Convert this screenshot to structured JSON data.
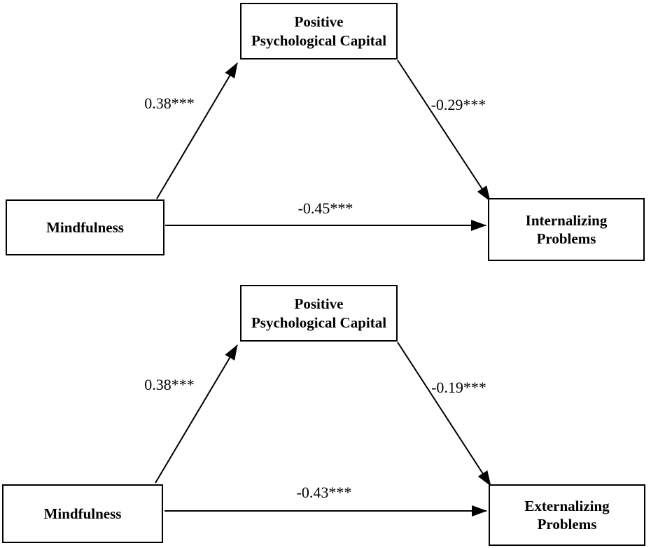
{
  "figure": {
    "type": "mediation-path-diagram",
    "models": [
      {
        "name": "internalizing-model",
        "predictor": "Mindfulness",
        "mediator": "Positive\nPsychological Capital",
        "outcome": "Internalizing\nProblems",
        "path_predictor_to_mediator": "0.38***",
        "path_mediator_to_outcome": "-0.29***",
        "path_predictor_to_outcome": "-0.45***"
      },
      {
        "name": "externalizing-model",
        "predictor": "Mindfulness",
        "mediator": "Positive\nPsychological Capital",
        "outcome": "Externalizing\nProblems",
        "path_predictor_to_mediator": "0.38***",
        "path_mediator_to_outcome": "-0.19***",
        "path_predictor_to_outcome": "-0.43***"
      }
    ]
  },
  "colors": {
    "line": "#000000",
    "text": "#000000",
    "background": "#ffffff"
  }
}
